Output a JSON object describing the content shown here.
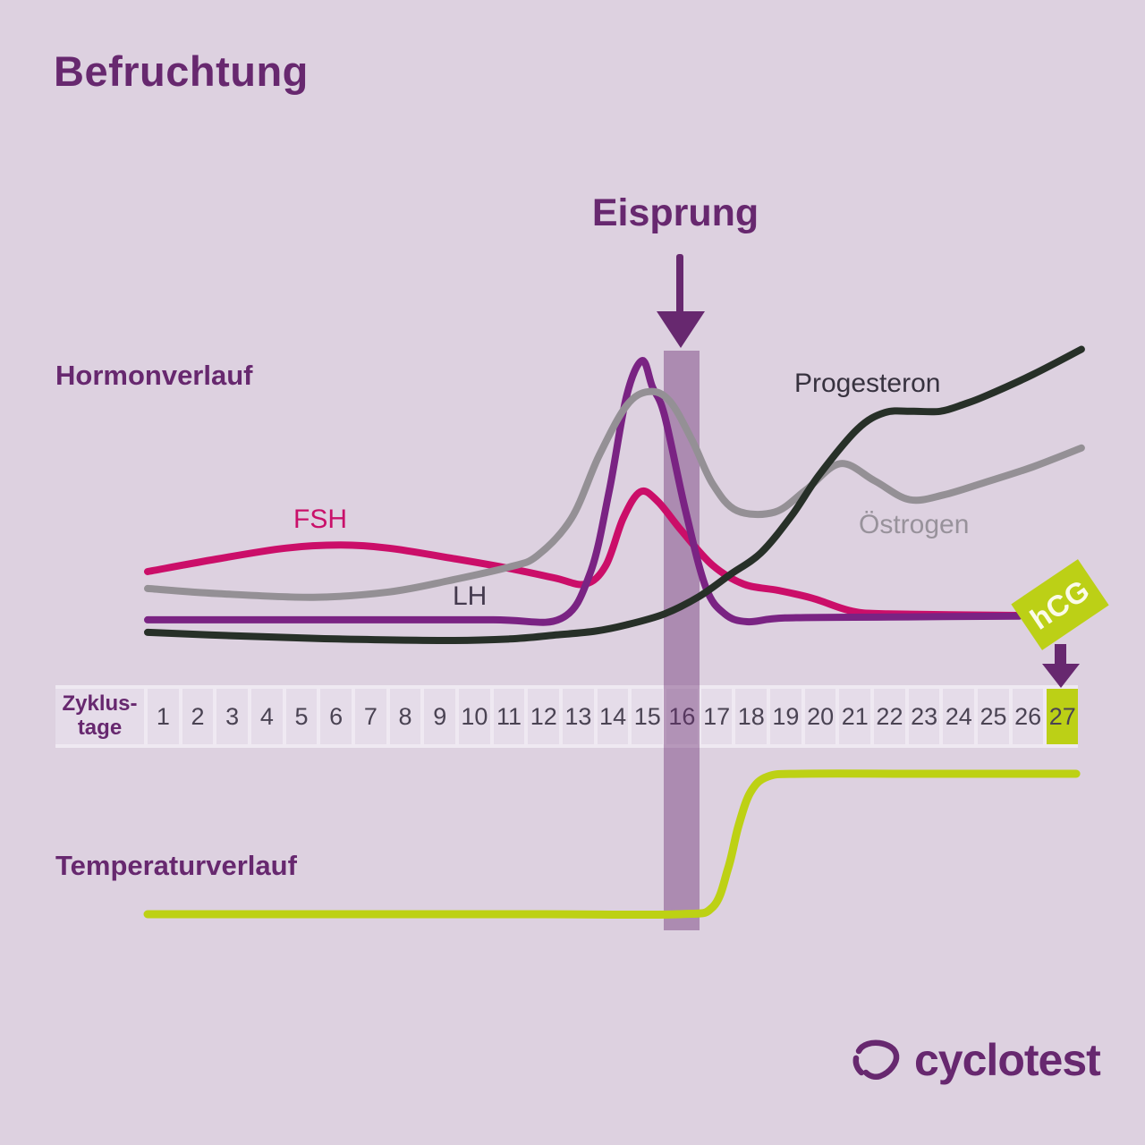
{
  "title": "Befruchtung",
  "sections": {
    "hormones_label": "Hormonverlauf",
    "temperature_label": "Temperaturverlauf"
  },
  "annotations": {
    "ovulation_label": "Eisprung",
    "hcg_label": "hCG"
  },
  "axis": {
    "label_line1": "Zyklus-",
    "label_line2": "tage",
    "days": [
      1,
      2,
      3,
      4,
      5,
      6,
      7,
      8,
      9,
      10,
      11,
      12,
      13,
      14,
      15,
      16,
      17,
      18,
      19,
      20,
      21,
      22,
      23,
      24,
      25,
      26,
      27
    ],
    "ovulation_day": 16,
    "hcg_day": 27
  },
  "logo": {
    "text": "cyclotest"
  },
  "colors": {
    "background": "#ddd1e0",
    "accent_purple": "#67286f",
    "ovulation_band": "rgba(104,42,112,0.42)",
    "hcg_green": "#bcd016",
    "day_cell": "#e5dce9"
  },
  "chart_data": [
    {
      "id": "hormones",
      "type": "line",
      "title": "Hormonverlauf",
      "xlabel": "Zyklustage",
      "x_range": [
        1,
        27
      ],
      "ylabel": "",
      "y_note": "relative hormone level 0-10 (no numeric y-axis shown)",
      "y_range": [
        0,
        10
      ],
      "grid": false,
      "legend": "inline labels next to curves",
      "annotations": [
        {
          "type": "band",
          "day": 16,
          "label": "Eisprung"
        },
        {
          "type": "marker",
          "day": 27,
          "label": "hCG"
        }
      ],
      "series": [
        {
          "id": "fsh",
          "name": "FSH",
          "color": "#cb0e69",
          "points": [
            [
              0.5,
              2.6
            ],
            [
              2.5,
              3.0
            ],
            [
              4.5,
              3.35
            ],
            [
              6.1,
              3.45
            ],
            [
              7.5,
              3.35
            ],
            [
              9.2,
              3.05
            ],
            [
              11.0,
              2.7
            ],
            [
              12.3,
              2.4
            ],
            [
              13.2,
              2.2
            ],
            [
              13.8,
              2.8
            ],
            [
              14.3,
              4.3
            ],
            [
              14.8,
              5.15
            ],
            [
              15.3,
              4.85
            ],
            [
              16.0,
              3.9
            ],
            [
              16.9,
              2.8
            ],
            [
              17.8,
              2.2
            ],
            [
              18.8,
              2.0
            ],
            [
              19.8,
              1.75
            ],
            [
              20.9,
              1.35
            ],
            [
              22.0,
              1.25
            ],
            [
              25.7,
              1.2
            ]
          ]
        },
        {
          "id": "lh",
          "name": "LH",
          "color": "#7a2383",
          "points": [
            [
              0.5,
              1.06
            ],
            [
              6.0,
              1.06
            ],
            [
              10.5,
              1.06
            ],
            [
              12.5,
              1.1
            ],
            [
              13.35,
              2.57
            ],
            [
              13.9,
              5.2
            ],
            [
              14.4,
              8.2
            ],
            [
              14.85,
              9.34
            ],
            [
              15.15,
              8.5
            ],
            [
              15.5,
              7.6
            ],
            [
              16.1,
              4.6
            ],
            [
              16.7,
              2.1
            ],
            [
              17.25,
              1.25
            ],
            [
              17.9,
              1.0
            ],
            [
              19.0,
              1.12
            ],
            [
              22.0,
              1.15
            ],
            [
              25.8,
              1.18
            ]
          ]
        },
        {
          "id": "oestrogen",
          "name": "Östrogen",
          "color": "#949095",
          "points": [
            [
              0.5,
              2.06
            ],
            [
              2.5,
              1.9
            ],
            [
              5.3,
              1.78
            ],
            [
              7.5,
              1.95
            ],
            [
              9.2,
              2.3
            ],
            [
              11.0,
              2.75
            ],
            [
              11.8,
              3.1
            ],
            [
              12.8,
              4.3
            ],
            [
              13.6,
              6.3
            ],
            [
              14.4,
              7.9
            ],
            [
              15.05,
              8.35
            ],
            [
              15.65,
              8.05
            ],
            [
              16.3,
              6.8
            ],
            [
              16.9,
              5.4
            ],
            [
              17.6,
              4.55
            ],
            [
              18.7,
              4.5
            ],
            [
              19.6,
              5.2
            ],
            [
              20.6,
              6.05
            ],
            [
              21.6,
              5.5
            ],
            [
              22.6,
              4.9
            ],
            [
              23.6,
              5.05
            ],
            [
              24.8,
              5.45
            ],
            [
              26.2,
              5.95
            ],
            [
              27.6,
              6.55
            ]
          ]
        },
        {
          "id": "progesteron",
          "name": "Progesteron",
          "color": "#273028",
          "points": [
            [
              0.5,
              0.66
            ],
            [
              3.0,
              0.55
            ],
            [
              6.0,
              0.45
            ],
            [
              9.2,
              0.4
            ],
            [
              11.0,
              0.45
            ],
            [
              12.3,
              0.57
            ],
            [
              13.5,
              0.7
            ],
            [
              14.4,
              0.9
            ],
            [
              15.5,
              1.25
            ],
            [
              16.5,
              1.8
            ],
            [
              17.4,
              2.5
            ],
            [
              18.3,
              3.2
            ],
            [
              19.2,
              4.4
            ],
            [
              20.0,
              5.7
            ],
            [
              21.1,
              7.15
            ],
            [
              21.9,
              7.68
            ],
            [
              22.7,
              7.72
            ],
            [
              23.5,
              7.72
            ],
            [
              24.2,
              7.95
            ],
            [
              24.8,
              8.2
            ],
            [
              26.2,
              8.9
            ],
            [
              27.6,
              9.7
            ]
          ]
        }
      ]
    },
    {
      "id": "temperature",
      "type": "line",
      "title": "Temperaturverlauf",
      "xlabel": "Zyklustage",
      "x_range": [
        1,
        27
      ],
      "y_note": "relative basal body temperature: 0 = low phase, 1 = high phase (no numeric scale shown); step up right after ovulation (day ~17)",
      "grid": false,
      "series": [
        {
          "id": "temperatur",
          "name": "Temperaturverlauf",
          "color": "#bdd114",
          "points": [
            [
              0.5,
              0
            ],
            [
              6.0,
              0
            ],
            [
              12.0,
              0
            ],
            [
              15.9,
              0
            ],
            [
              16.9,
              0.05
            ],
            [
              17.35,
              0.33
            ],
            [
              17.65,
              0.63
            ],
            [
              18.0,
              0.87
            ],
            [
              18.5,
              0.98
            ],
            [
              19.5,
              1.0
            ],
            [
              23.0,
              1.0
            ],
            [
              27.45,
              1.0
            ]
          ]
        }
      ]
    }
  ]
}
